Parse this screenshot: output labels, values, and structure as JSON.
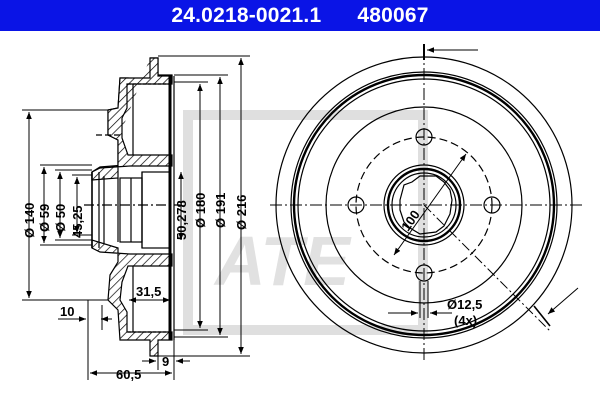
{
  "header": {
    "part_number": "24.0218-0021.1",
    "ref_number": "480067",
    "background_color": "#0a14e6",
    "text_color": "#ffffff"
  },
  "watermark": {
    "text": "ATE",
    "color": "#d4d4d4"
  },
  "section_view": {
    "dimensions": {
      "d140": "Ø 140",
      "d59": "Ø 59",
      "d50": "Ø 50",
      "d45_25": "45,25",
      "d50_278": "50,278",
      "d180": "Ø 180",
      "d191": "Ø 191",
      "d216": "Ø 216",
      "w31_5": "31,5",
      "w10": "10",
      "w9": "9",
      "w60_5": "60,5"
    }
  },
  "front_view": {
    "dimensions": {
      "pcd": "100",
      "bolt_hole": "Ø12,5",
      "bolt_count": "(4x)"
    }
  }
}
